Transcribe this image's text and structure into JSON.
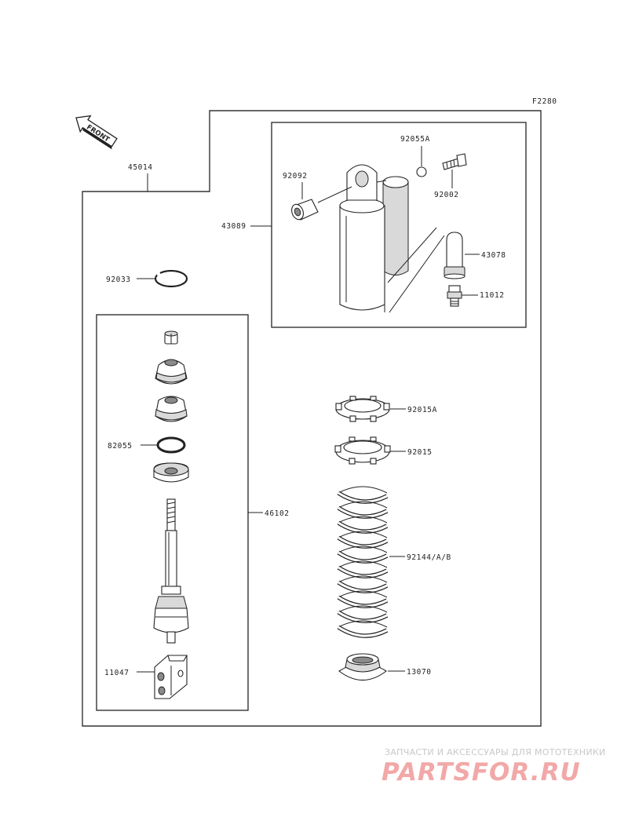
{
  "diagram_code": "F2280",
  "front_label": "FRONT",
  "labels": {
    "assembly": "45014",
    "shock_body": "43089",
    "oring_small": "92055A",
    "bushing": "92092",
    "bleed_bolt": "92002",
    "reservoir_cap": "43078",
    "valve": "11012",
    "circlip": "92033",
    "oring": "82055",
    "rod_assembly": "46102",
    "clevis": "11047",
    "locknut": "92015A",
    "adjust_nut": "92015",
    "spring": "92144/A/B",
    "spring_seat": "13070"
  },
  "watermark": {
    "tagline": "ЗАПЧАСТИ И АКСЕССУАРЫ ДЛЯ МОТОТЕХНИКИ",
    "logo": "PARTSFOR.RU"
  }
}
